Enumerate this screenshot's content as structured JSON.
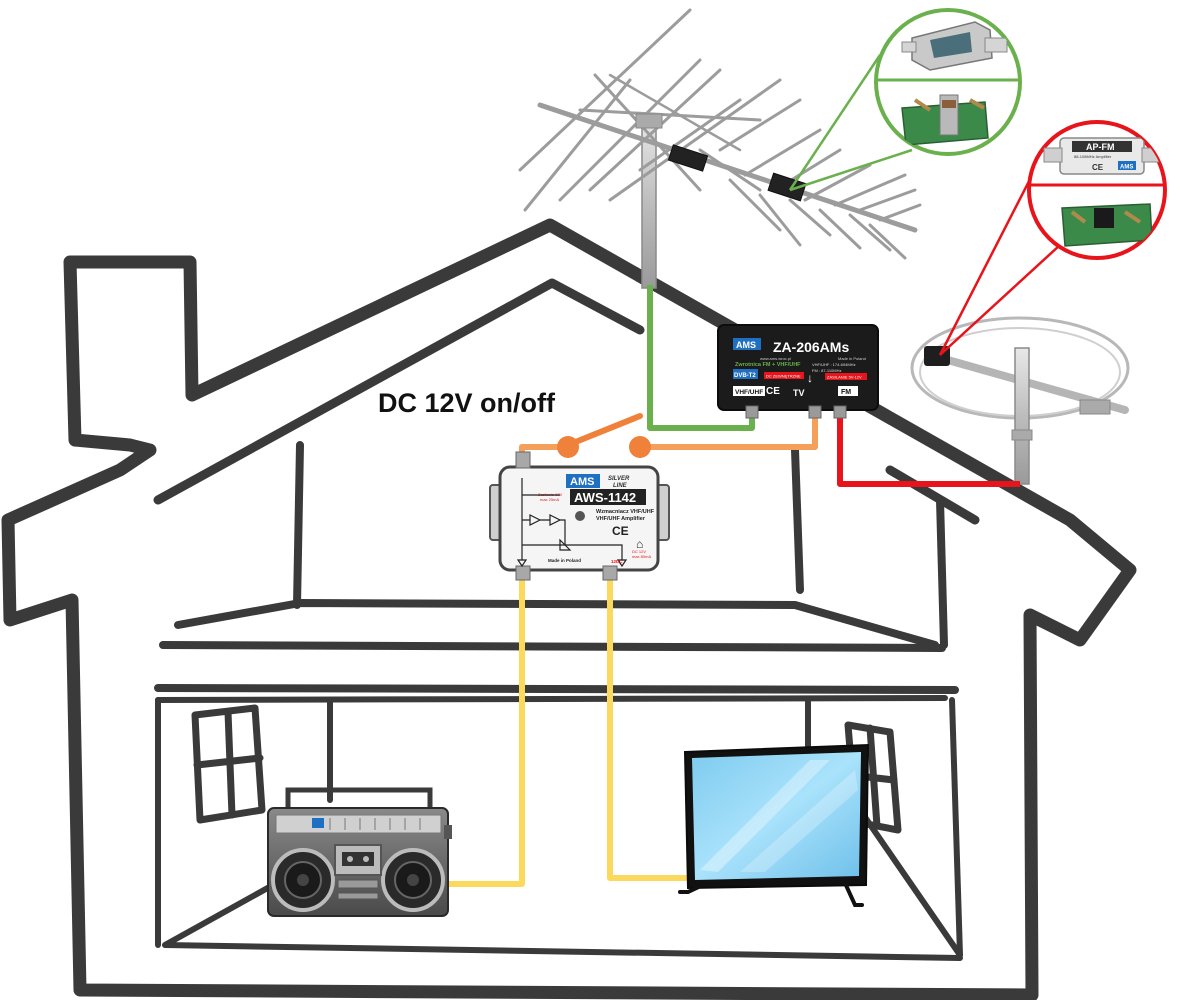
{
  "switch_label": "DC 12V on/off",
  "splitter": {
    "logo": "AMS",
    "model": "ZA-206AMs",
    "web": "www.ams.wroc.pl",
    "made_in": "Made in Poland",
    "subtitle": "Zwrotnica FM + VHF/UHF",
    "spec_vhf": "VHF/UHF : 174-694MHz",
    "spec_fm": "FM : 87-110MHz",
    "dc_note": "ZASILANIE 5V-12V",
    "dc_pass": "DC ZEWNĘTRZNE",
    "badge": "DVB-T2",
    "port_left": "VHF/UHF",
    "port_mid": "TV",
    "port_right": "FM",
    "ce": "CE"
  },
  "amplifier": {
    "logo": "AMS",
    "series_line1": "SILVER",
    "series_line2": "LINE",
    "model": "AWS-1142",
    "desc_line1": "Wzmacniacz VHF/UHF",
    "desc_line2": "VHF/UHF Amplifier",
    "supply_line1": "Zasilanie 12V",
    "supply_line2": "max 25mA",
    "made_in": "Made in Poland",
    "ce": "CE",
    "dc_note": "12DC",
    "power_line1": "DC 12V",
    "power_line2": "max 80mA"
  },
  "filter_ap_fm": {
    "model": "AP-FM",
    "spec": "88-108MHz Amplifier",
    "logo": "AMS",
    "ce": "CE"
  },
  "colors": {
    "green_cable": "#6ab04c",
    "red_cable": "#e8141b",
    "orange_cable": "#f4a05a",
    "orange_switch": "#f0813a",
    "yellow_cable": "#fbd95c",
    "house_outline": "#3a3a3a",
    "ams_blue": "#1f6fc2",
    "tv_screen": "#8fd3f4"
  }
}
